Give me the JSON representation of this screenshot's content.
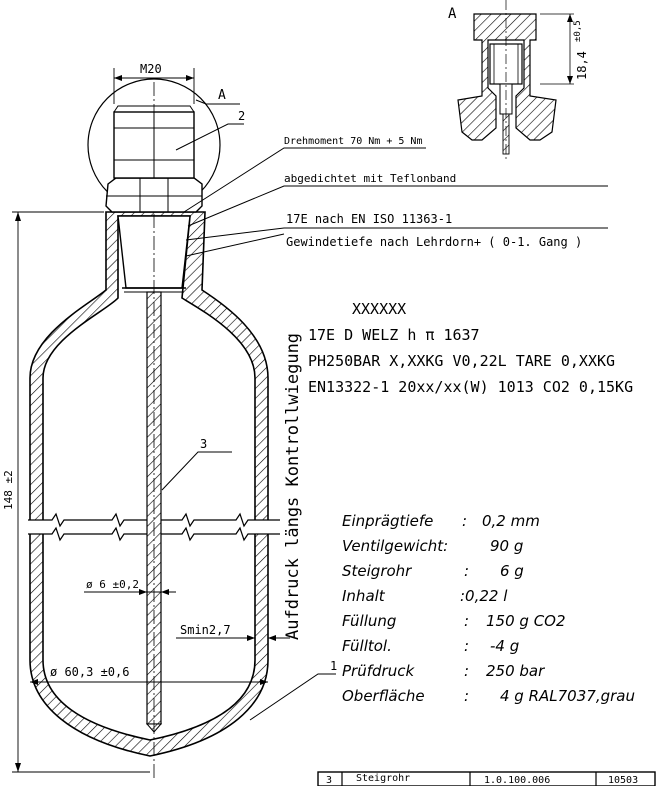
{
  "view_label": "A",
  "detail_label": "A",
  "thread_label": "M20",
  "torque_note": "Drehmoment 70 Nm + 5 Nm",
  "seal_note": "abgedichtet mit Teflonband",
  "standard_note": "17E nach EN ISO 11363-1",
  "thread_depth_note": "Gewindetiefe nach Lehrdorn+ ( 0-1. Gang )",
  "marking": {
    "line1": "XXXXXX",
    "line2": "17E D WELZ  h π 1637",
    "line3": "PH250BAR  X,XXKG  V0,22L  TARE 0,XXKG",
    "line4": "EN13322-1 20xx/xx(W) 1013 CO2 0,15KG"
  },
  "vertical_note": "Aufdruck längs Kontrollwiegung",
  "dimensions": {
    "detail_height": "18,4",
    "detail_height_tol": "±0,5",
    "total_height": "148 ±2",
    "tube_diameter": "ø 6 ±0,2",
    "wall_min": "Smin2,7",
    "body_diameter": "ø 60,3 ±0,6"
  },
  "balloons": {
    "b1": "1",
    "b2": "2",
    "b3": "3"
  },
  "specs": [
    {
      "label": "Einprägtiefe",
      "value": "0,2 mm"
    },
    {
      "label": "Ventilgewicht:",
      "value": "90 g"
    },
    {
      "label": "Steigrohr",
      "value": "6 g"
    },
    {
      "label": "Inhalt",
      "value": ":0,22 l"
    },
    {
      "label": "Füllung",
      "value": "150 g CO2"
    },
    {
      "label": "Fülltol.",
      "value": "-4 g"
    },
    {
      "label": "Prüfdruck",
      "value": "250 bar"
    },
    {
      "label": "Oberfläche",
      "value": "4 g RAL7037,grau"
    }
  ],
  "parts_row": {
    "pos": "3",
    "name": "Steigrohr",
    "number": "1.0.100.006",
    "material": "10503"
  }
}
